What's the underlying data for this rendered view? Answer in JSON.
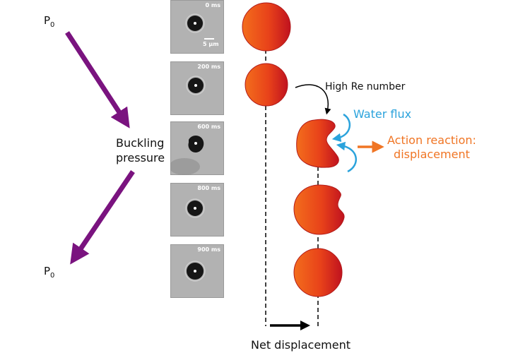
{
  "pressure_top": {
    "base": "P",
    "sub": "0"
  },
  "pressure_bottom": {
    "base": "P",
    "sub": "0"
  },
  "buckling_label": [
    "Buckling",
    "pressure"
  ],
  "frames": [
    {
      "time": "0 ms",
      "scale_bar": "5 µm"
    },
    {
      "time": "200 ms"
    },
    {
      "time": "600 ms"
    },
    {
      "time": "800 ms"
    },
    {
      "time": "900 ms"
    }
  ],
  "labels": {
    "high_re": "High Re number",
    "water_flux": "Water flux",
    "action_reaction": [
      "Action reaction:",
      "displacement"
    ],
    "net_displacement": "Net displacement"
  },
  "colors": {
    "arrow_purple": "#7a137f",
    "flux_blue": "#2ba3dc",
    "reaction_orange": "#f07524",
    "particle_light": "#f26a1b",
    "particle_dark": "#c3141f"
  }
}
